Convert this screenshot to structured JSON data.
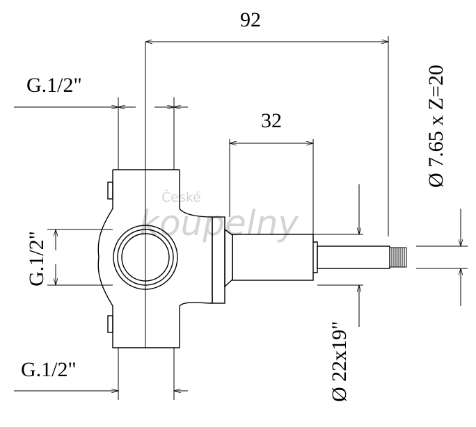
{
  "dimensions": {
    "overall_length": "92",
    "stem_length": "32",
    "thread_top": "G.1/2\"",
    "thread_left": "G.1/2\"",
    "thread_bottom": "G.1/2\"",
    "spindle": "Ø 7.65 x Z=20",
    "sleeve": "Ø 22x19\""
  },
  "watermark": {
    "line1": "České",
    "line2": "koupelny"
  }
}
